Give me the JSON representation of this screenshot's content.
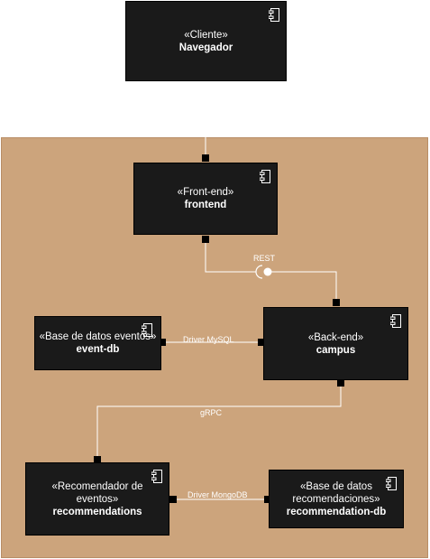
{
  "components": [
    {
      "id": "cliente",
      "stereotype": "«Cliente»",
      "name": "Navegador"
    },
    {
      "id": "frontend",
      "stereotype": "«Front-end»",
      "name": "frontend"
    },
    {
      "id": "backend",
      "stereotype": "«Back-end»",
      "name": "campus"
    },
    {
      "id": "eventdb",
      "stereotype": "«Base de datos eventos»",
      "name": "event-db"
    },
    {
      "id": "recom",
      "stereotype_lines": [
        "«Recomendador de",
        "eventos»"
      ],
      "name": "recommendations"
    },
    {
      "id": "recomdb",
      "stereotype_lines": [
        "«Base de datos",
        "recomendaciones»"
      ],
      "name": "recommendation-db"
    }
  ],
  "connections": {
    "rest": "REST",
    "mysql": "Driver MySQL",
    "grpc": "gRPC",
    "mongodb": "Driver MongoDB"
  },
  "colors": {
    "container_fill": "#cca47c",
    "component_fill": "#1a1a1a",
    "text": "#ffffff",
    "line": "#ffffff"
  }
}
